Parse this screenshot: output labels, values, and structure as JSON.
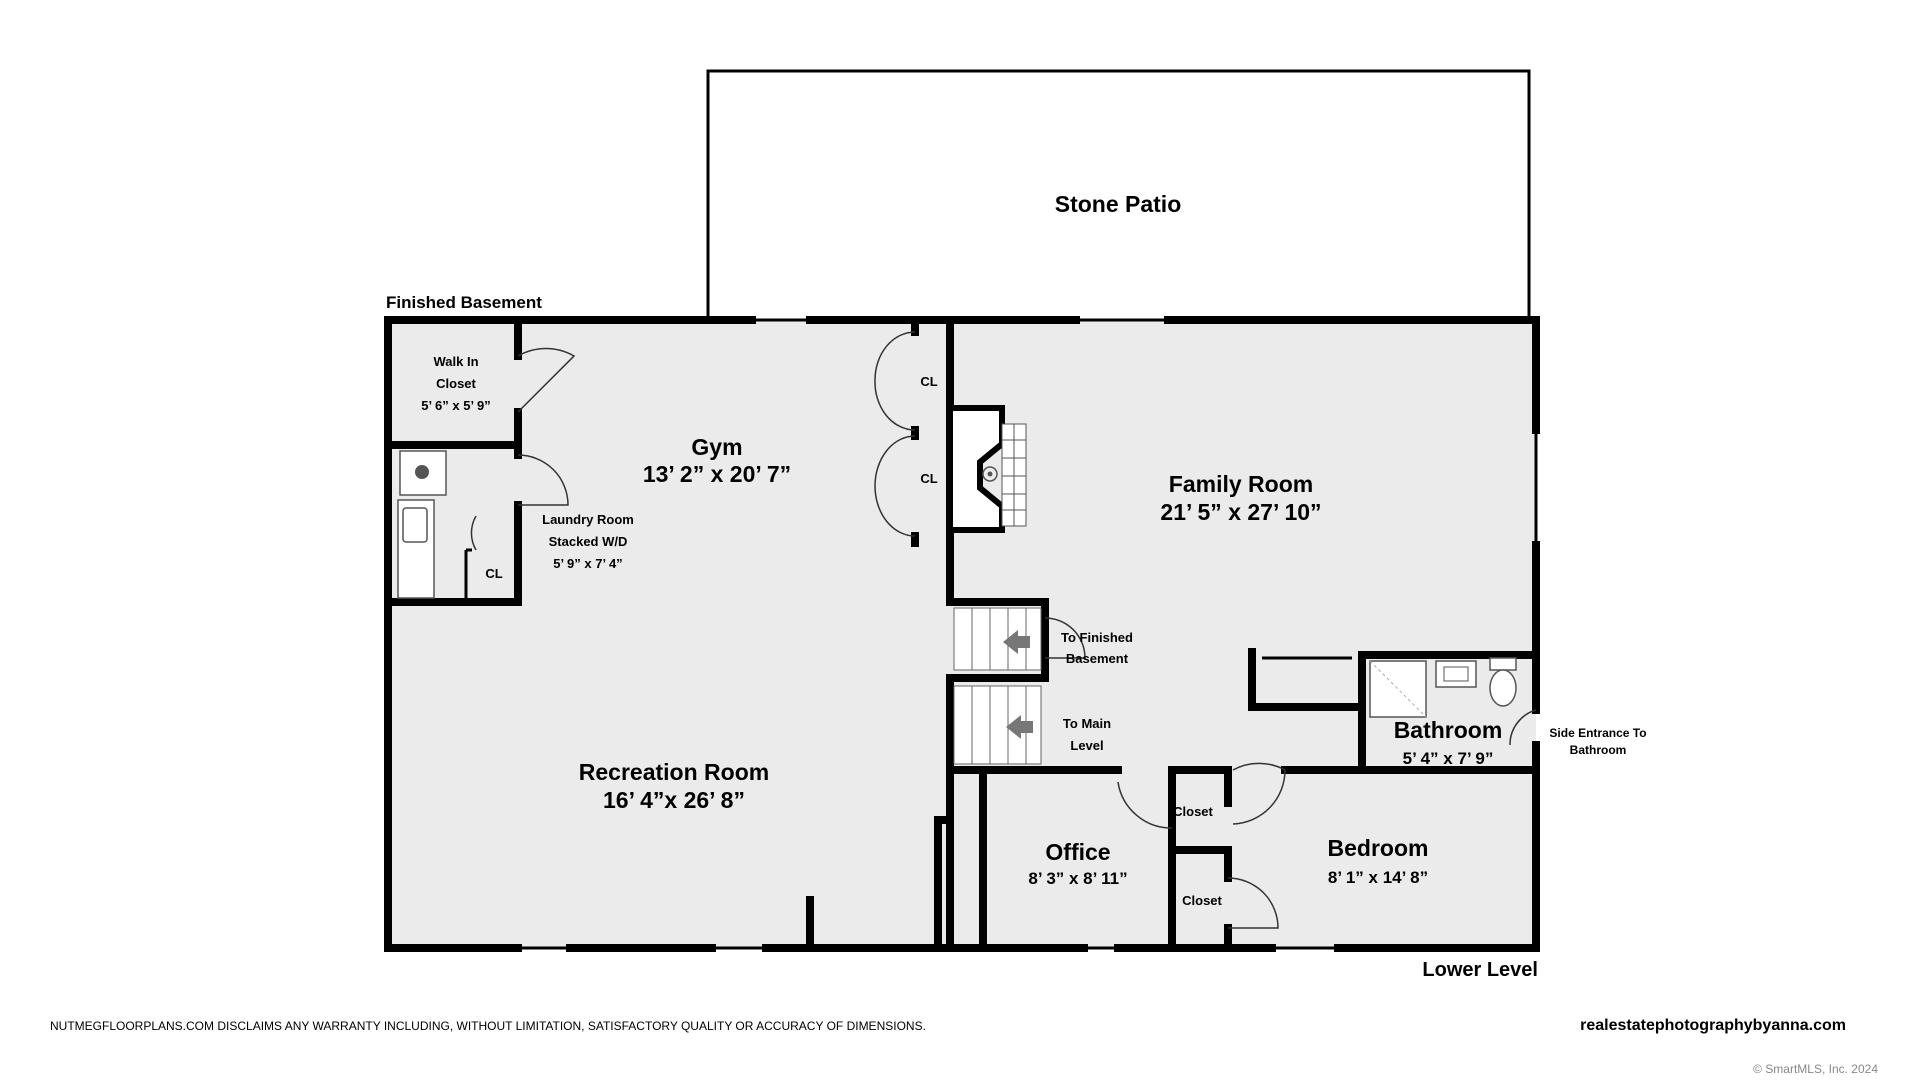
{
  "plan": {
    "title": "Finished Basement",
    "level": "Lower Level",
    "disclaimer": "NUTMEGFLOORPLANS.COM DISCLAIMS ANY WARRANTY INCLUDING, WITHOUT LIMITATION, SATISFACTORY QUALITY OR ACCURACY OF DIMENSIONS.",
    "website": "realestatephotographybyanna.com",
    "copyright": "© SmartMLS, Inc.  2024"
  },
  "rooms": {
    "patio": {
      "name": "Stone Patio"
    },
    "walk_in_closet": {
      "line1": "Walk In",
      "line2": "Closet",
      "dims": "5’ 6” x 5’ 9”"
    },
    "gym": {
      "name": "Gym",
      "dims": "13’ 2” x 20’ 7”"
    },
    "laundry": {
      "line1": "Laundry Room",
      "line2": "Stacked W/D",
      "dims": "5’ 9” x 7’ 4”"
    },
    "family": {
      "name": "Family Room",
      "dims": "21’ 5” x 27’ 10”"
    },
    "recreation": {
      "name": "Recreation Room",
      "dims": "16’ 4”x 26’ 8”"
    },
    "office": {
      "name": "Office",
      "dims": "8’ 3” x 8’ 11”"
    },
    "bedroom": {
      "name": "Bedroom",
      "dims": "8’ 1” x 14’ 8”"
    },
    "bathroom": {
      "name": "Bathroom",
      "dims": "5’ 4” x 7’ 9”"
    }
  },
  "labels": {
    "cl": "CL",
    "closet": "Closet",
    "stairs_basement_1": "To Finished",
    "stairs_basement_2": "Basement",
    "stairs_main_1": "To Main",
    "stairs_main_2": "Level",
    "side_entrance_1": "Side Entrance To",
    "side_entrance_2": "Bathroom"
  }
}
